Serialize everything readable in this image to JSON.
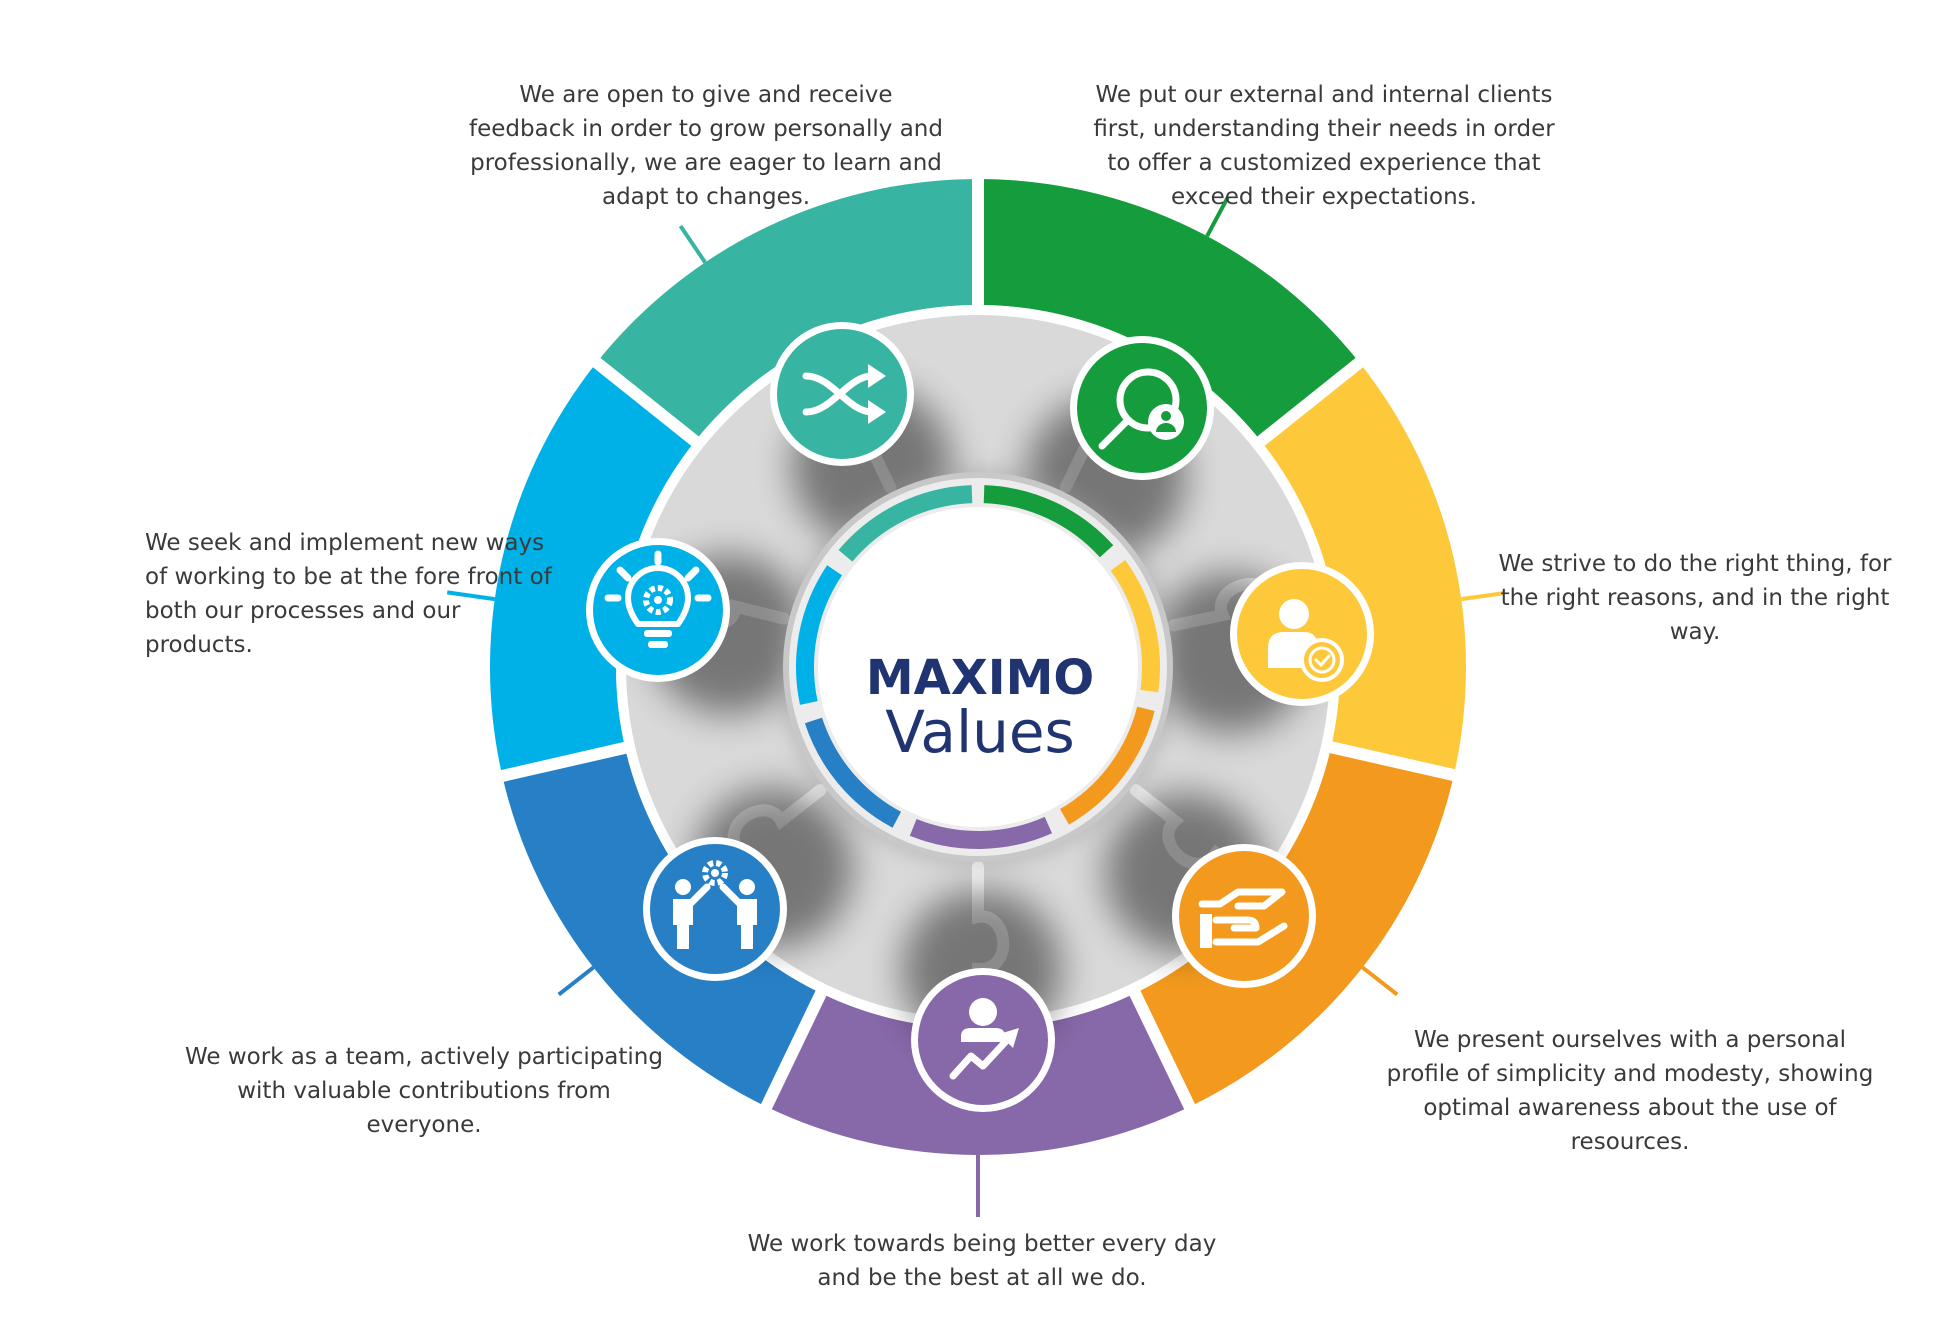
{
  "center": {
    "brand": "MAXIMO",
    "subtitle": "Values"
  },
  "colors": {
    "teal": "#38B5A2",
    "green": "#159C3C",
    "yellow": "#FDC93B",
    "orange": "#F39A1E",
    "purple": "#8768A9",
    "blue": "#2780C6",
    "cyan": "#00B1E7",
    "navy": "#1F3470",
    "puzzle": "#D9D9D9"
  },
  "values": [
    {
      "key": "teal",
      "icon": "shuffle-arrows-icon",
      "text": "We are open to give and receive feedback in order to grow personally and professionally, we are eager to learn and adapt to changes."
    },
    {
      "key": "green",
      "icon": "magnifier-user-icon",
      "text": "We put our external and internal clients first, understanding their needs in order to offer a customized experience that exceed their expectations."
    },
    {
      "key": "yellow",
      "icon": "user-badge-icon",
      "text": "We strive to do the right thing, for the right reasons, and in the right way."
    },
    {
      "key": "orange",
      "icon": "hands-care-icon",
      "text": "We present ourselves with a personal profile of simplicity and modesty, showing optimal awareness about the use of resources."
    },
    {
      "key": "purple",
      "icon": "person-growth-icon",
      "text": "We work towards being better every day and be the best at all we do."
    },
    {
      "key": "blue",
      "icon": "team-gear-icon",
      "text": "We work as a team, actively participating with valuable contributions from everyone."
    },
    {
      "key": "cyan",
      "icon": "lightbulb-gear-icon",
      "text": "We seek and implement new ways of working to be at the fore front of both our processes and our products."
    }
  ]
}
